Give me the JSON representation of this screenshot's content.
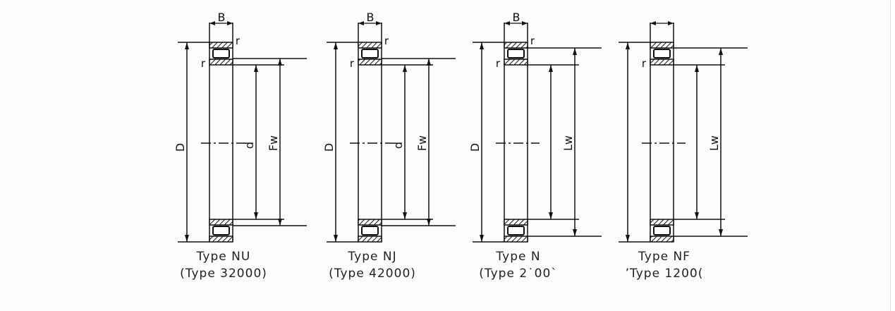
{
  "colors": {
    "line": "#111111",
    "background": "#fdfdfd"
  },
  "bearings": [
    {
      "type": "NU",
      "caption1": "Type NU",
      "caption2": "(Type 32000)",
      "labels": {
        "B": "B",
        "r_outer": "r",
        "r_inner": "r",
        "D": "D",
        "d": "d",
        "F": "Fw"
      }
    },
    {
      "type": "NJ",
      "caption1": "Type NJ",
      "caption2": "(Type 42000)",
      "labels": {
        "B": "B",
        "r_outer": "r",
        "r_inner": "r",
        "D": "D",
        "d": "d",
        "F": "Fw"
      }
    },
    {
      "type": "N",
      "caption1": "Type N",
      "caption2": "(Type 2˙00`",
      "labels": {
        "B": "B",
        "r_outer": "r",
        "r_inner": "r",
        "D": "D",
        "d": "",
        "F": "Lw"
      }
    },
    {
      "type": "NF",
      "caption1": "Type NF",
      "caption2": "’Type 1200(",
      "labels": {
        "B": "",
        "r_outer": "",
        "r_inner": "r",
        "D": "",
        "d": "",
        "F": "Lw"
      }
    }
  ]
}
